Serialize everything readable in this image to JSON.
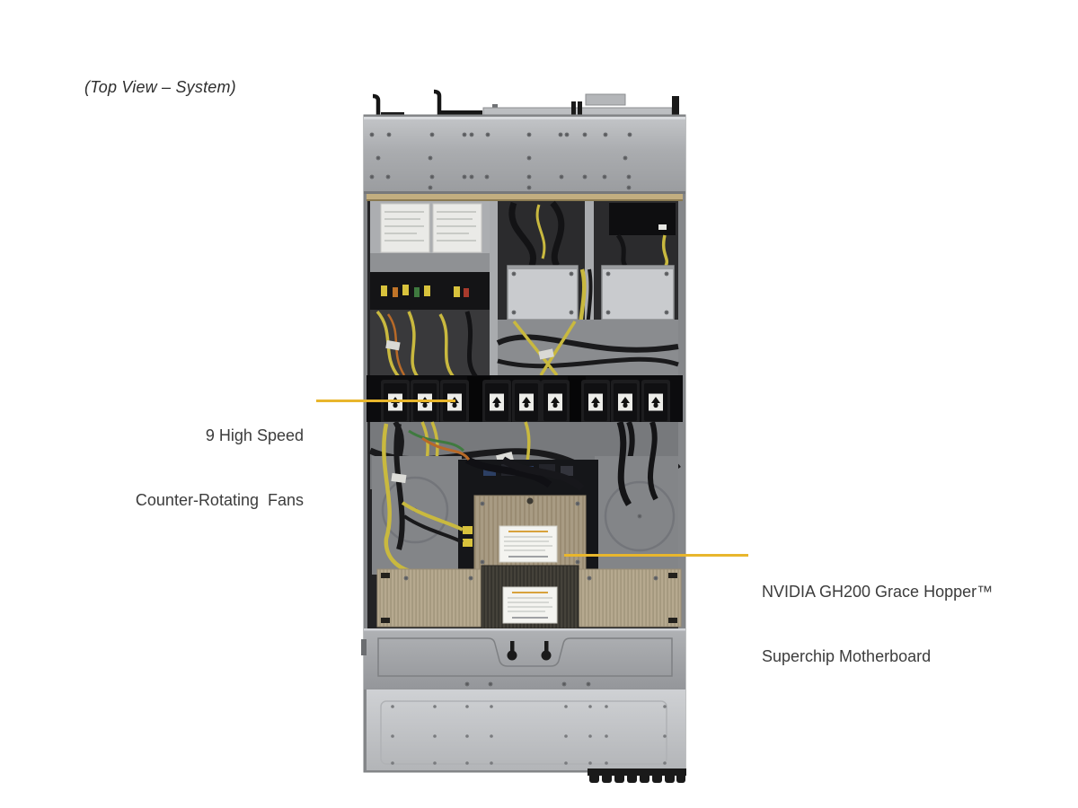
{
  "caption": {
    "text": "(Top View – System)"
  },
  "callouts": {
    "fans": {
      "line1": "9 High Speed",
      "line2": "Counter-Rotating  Fans"
    },
    "motherboard": {
      "line1": "NVIDIA GH200 Grace Hopper™",
      "line2": "Superchip Motherboard"
    }
  },
  "colors": {
    "callout_line": "#E8B62C",
    "label_text": "#3C3C3C",
    "chassis_gray": "#A9ABAE",
    "heatsink_tan": "#A89B83"
  },
  "figure": {
    "subject": "server-chassis-top-view-photo",
    "fan_count": 9
  }
}
